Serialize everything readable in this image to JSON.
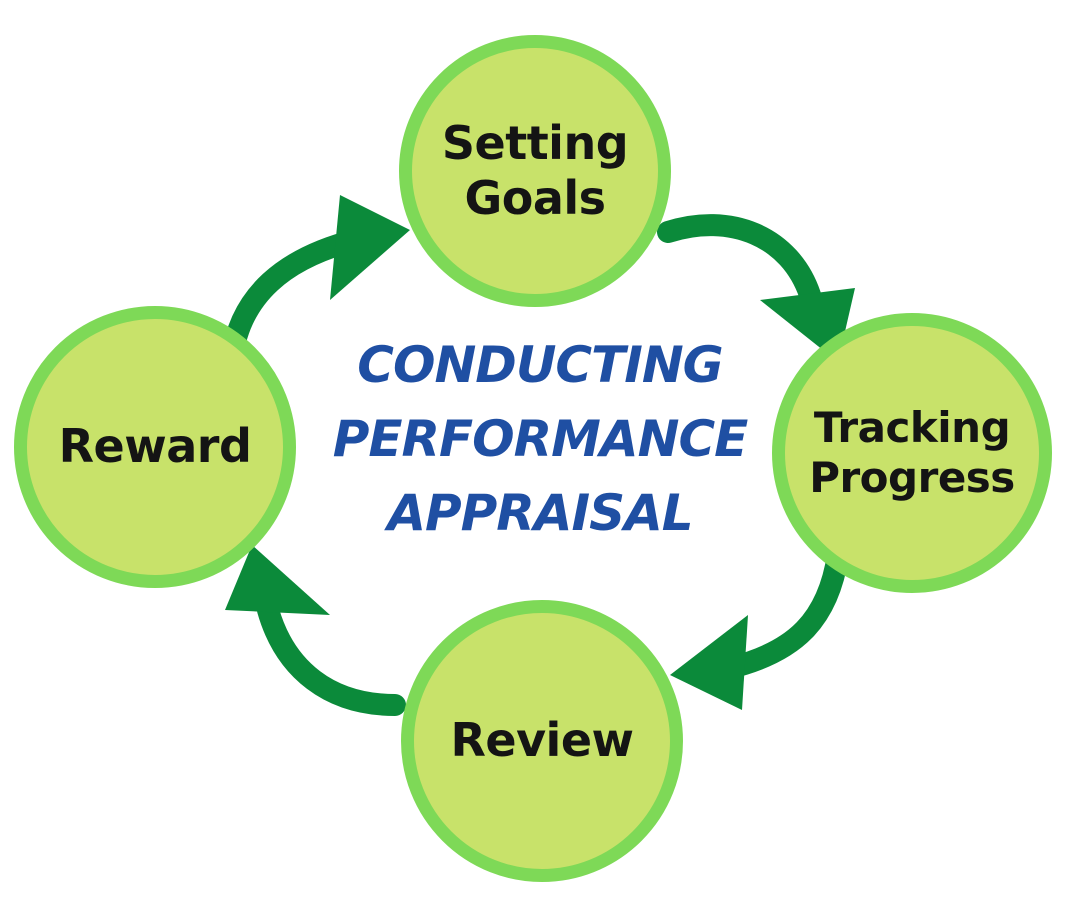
{
  "diagram": {
    "title": "CONDUCTING\nPERFORMANCE\nAPPRAISAL",
    "colors": {
      "title_text": "#1f4fa3",
      "node_fill": "#c8e26a",
      "node_ring": "#7ed957",
      "node_text": "#141414",
      "arrow": "#0b8a3a"
    },
    "nodes": [
      {
        "id": "setting-goals",
        "label": "Setting\nGoals"
      },
      {
        "id": "tracking-progress",
        "label": "Tracking\nProgress"
      },
      {
        "id": "review",
        "label": "Review"
      },
      {
        "id": "reward",
        "label": "Reward"
      }
    ],
    "edges": [
      {
        "from": "setting-goals",
        "to": "tracking-progress"
      },
      {
        "from": "tracking-progress",
        "to": "review"
      },
      {
        "from": "review",
        "to": "reward"
      },
      {
        "from": "reward",
        "to": "setting-goals"
      }
    ]
  }
}
